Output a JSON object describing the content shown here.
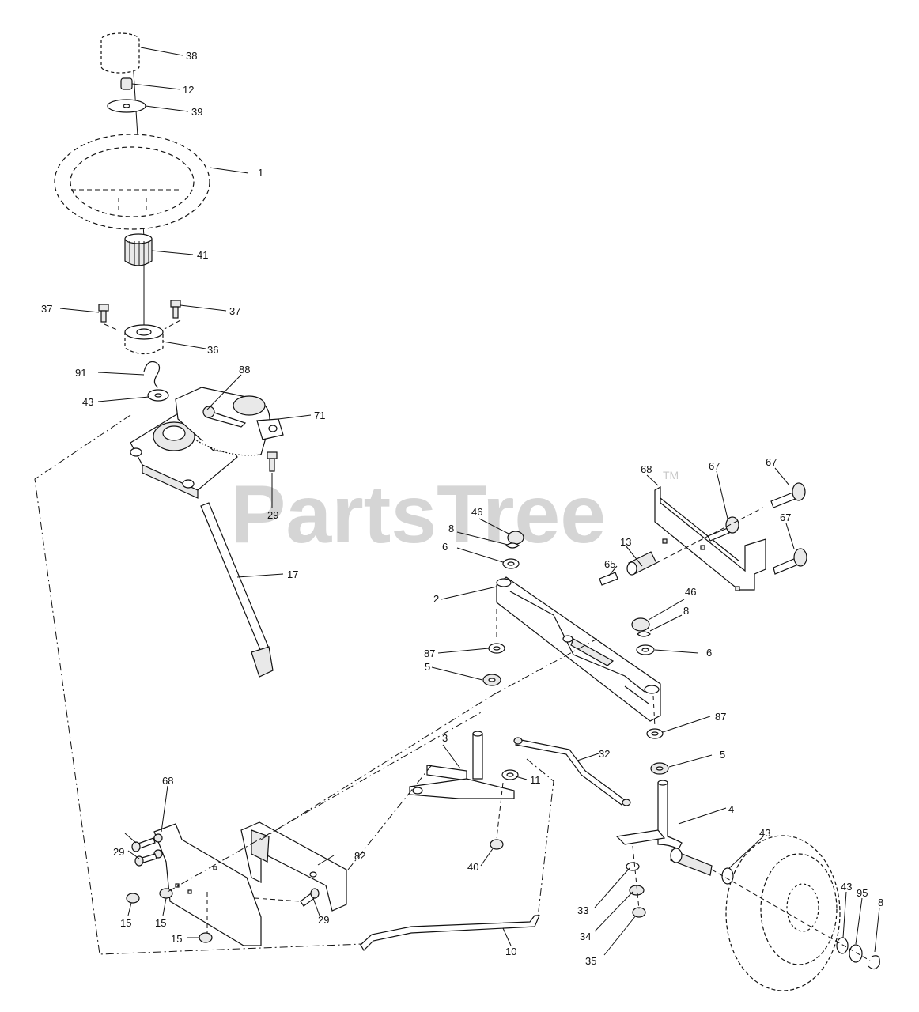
{
  "watermark": {
    "text": "PartsTree",
    "trademark": "TM"
  },
  "callouts": {
    "c38": "38",
    "c12": "12",
    "c39": "39",
    "c1": "1",
    "c41": "41",
    "c37a": "37",
    "c37b": "37",
    "c36": "36",
    "c91": "91",
    "c88": "88",
    "c43a": "43",
    "c71": "71",
    "c29a": "29",
    "c17": "17",
    "c68a": "68",
    "c67a": "67",
    "c67b": "67",
    "c67c": "67",
    "c46a": "46",
    "c8a": "8",
    "c6a": "6",
    "c13": "13",
    "c65": "65",
    "c46b": "46",
    "c8b": "8",
    "c6b": "6",
    "c2": "2",
    "c87a": "87",
    "c5a": "5",
    "c87b": "87",
    "c5b": "5",
    "c3": "3",
    "c32": "32",
    "c11": "11",
    "c4": "4",
    "c40": "40",
    "c68b": "68",
    "c29b": "29",
    "c82": "82",
    "c29c": "29",
    "c15a": "15",
    "c15b": "15",
    "c15c": "15",
    "c10": "10",
    "c33": "33",
    "c34": "34",
    "c35": "35",
    "c43b": "43",
    "c43c": "43",
    "c95": "95",
    "c8c": "8"
  }
}
